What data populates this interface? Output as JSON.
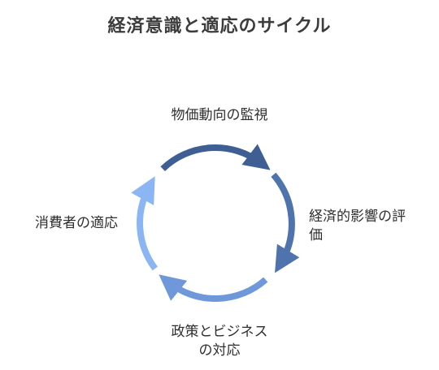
{
  "title": "経済意識と適応のサイクル",
  "steps": [
    {
      "label": "物価動向の監視",
      "color": "#3f5f94"
    },
    {
      "label_lines": [
        "経済的影響の評",
        "価"
      ],
      "color": "#4f74ad"
    },
    {
      "label_lines": [
        "政策とビジネス",
        "の対応"
      ],
      "color": "#6f98da"
    },
    {
      "label": "消費者の適応",
      "color": "#8bb6f3"
    }
  ]
}
